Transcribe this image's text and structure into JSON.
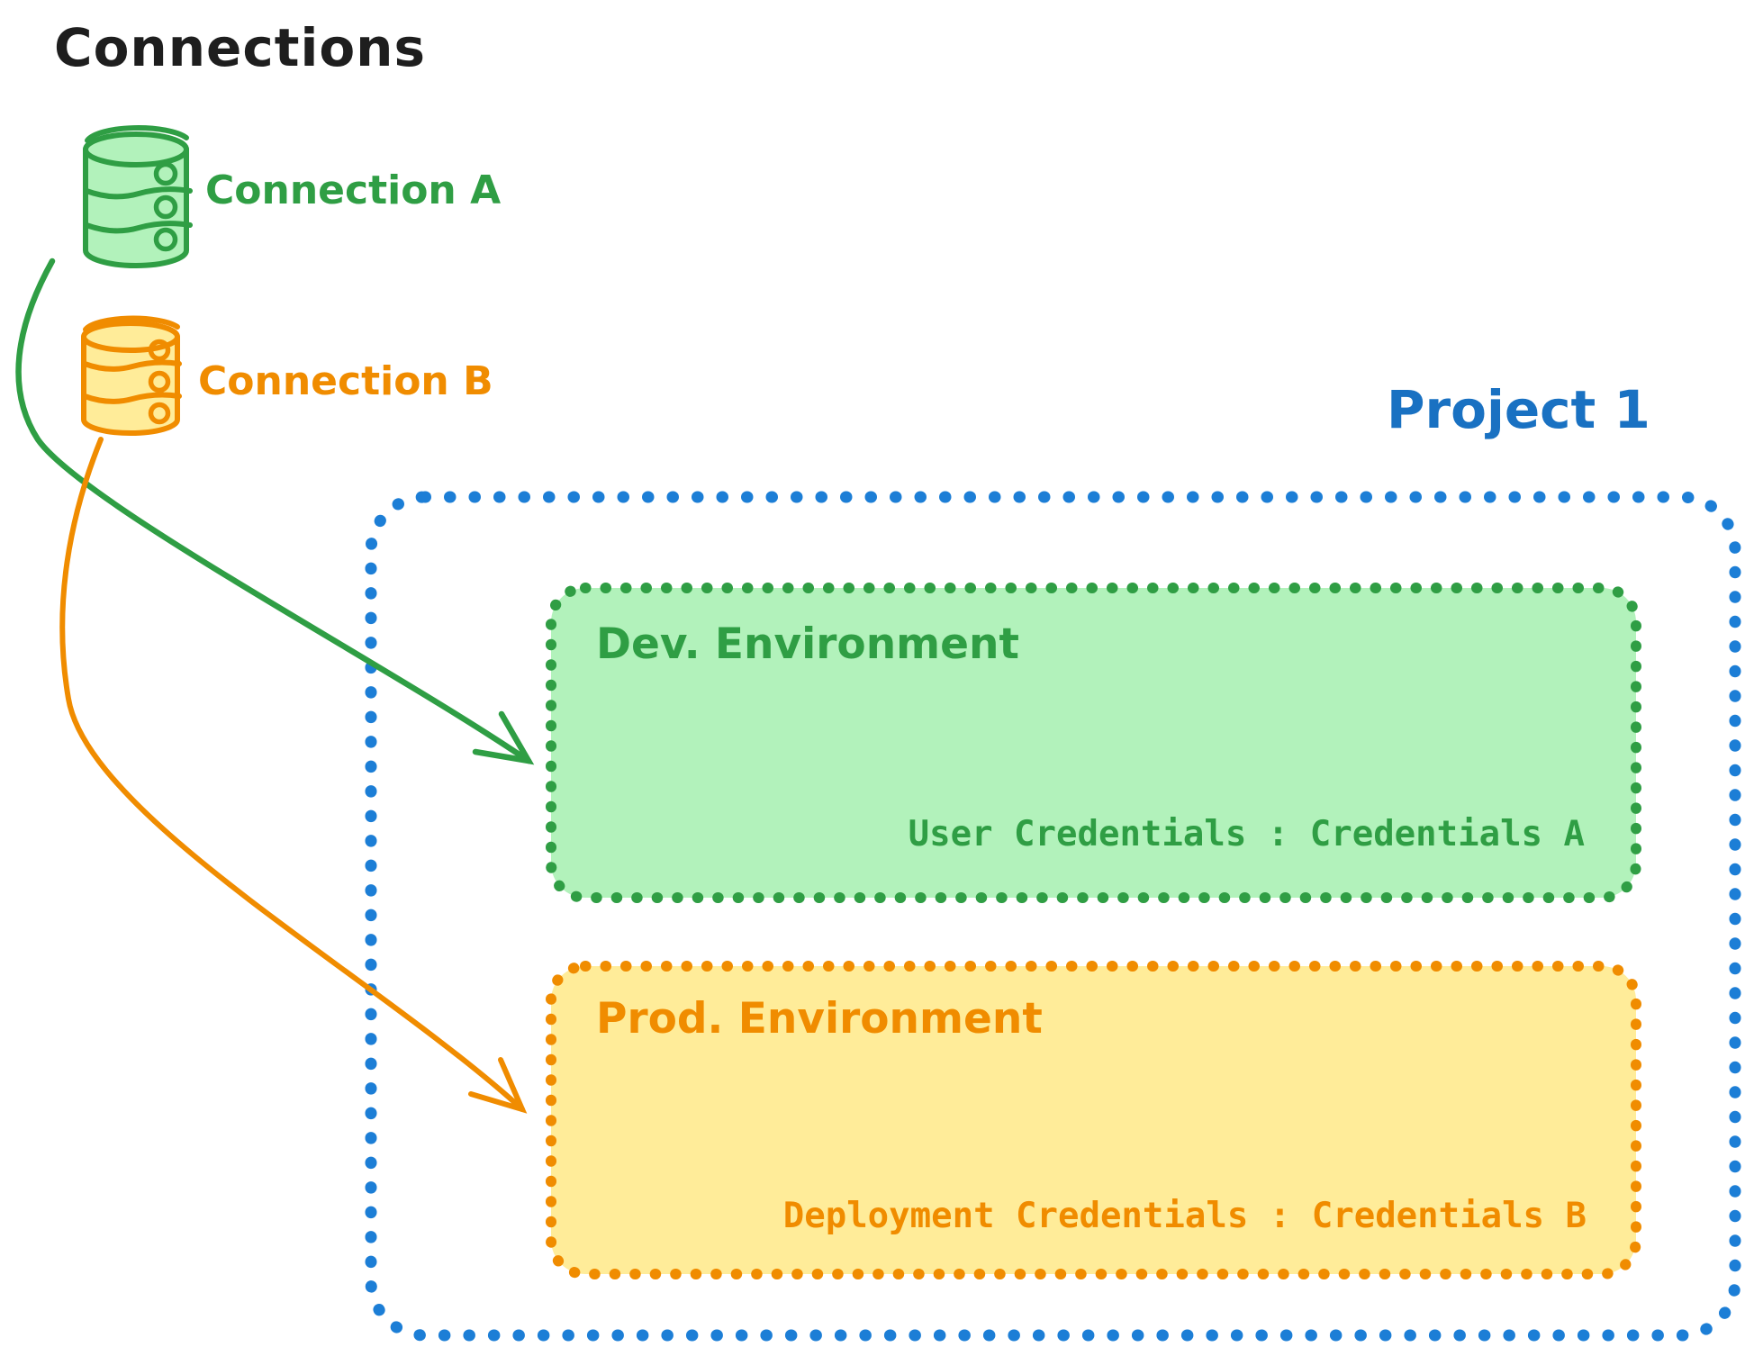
{
  "title": "Connections",
  "connections": [
    {
      "label": "Connection A",
      "icon": "database-icon",
      "stroke_color": "#2f9e44",
      "fill_color": "#b2f2bb"
    },
    {
      "label": "Connection B",
      "icon": "database-icon",
      "stroke_color": "#f08c00",
      "fill_color": "#ffec99"
    }
  ],
  "project": {
    "label": "Project 1",
    "border_color": "#1c7ed6",
    "text_color": "#1971c2",
    "environments": [
      {
        "name": "Dev. Environment",
        "credential_text": "User Credentials : Credentials A",
        "stroke_color": "#2f9e44",
        "fill_color": "#b2f2bb",
        "linked_connection": "Connection A"
      },
      {
        "name": "Prod. Environment",
        "credential_text": "Deployment Credentials : Credentials B",
        "stroke_color": "#f08c00",
        "fill_color": "#ffec99",
        "linked_connection": "Connection B"
      }
    ]
  }
}
